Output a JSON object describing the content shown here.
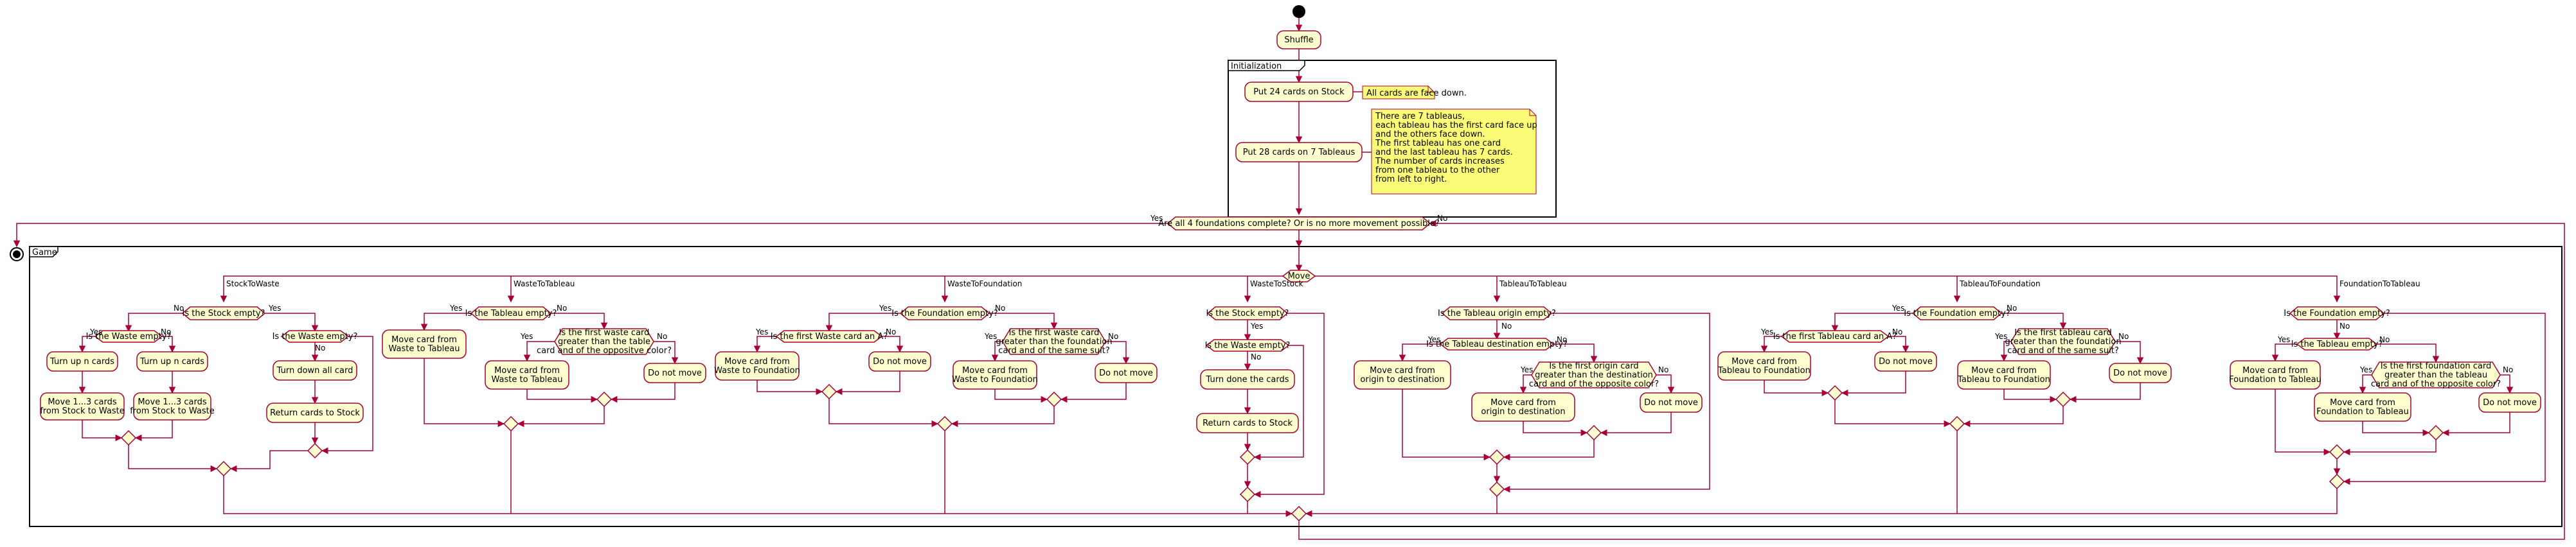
{
  "diagram": {
    "shuffle": "Shuffle",
    "groups": {
      "initialization": "Initialization",
      "game": "Game"
    },
    "init": {
      "put24": "Put 24 cards on Stock",
      "note24": "All cards are face down.",
      "put28": "Put 28 cards on 7 Tableaus",
      "note28": [
        "There are 7 tableaus,",
        "each tableau has the first card face up",
        "and the others face down.",
        "The first tableau has one card",
        "and the last tableau has 7 cards.",
        "The number of cards increases",
        "from one tableau to the other",
        "from left to right."
      ]
    },
    "loop_condition": "Are all 4 foundations complete? Or is no more movement possible?",
    "move": "Move",
    "branch_labels": [
      "StockToWaste",
      "WasteToTableau",
      "WasteToFoundation",
      "WasteToStock",
      "TableauToTableau",
      "TableauToFoundation",
      "FoundationToTableau"
    ],
    "yes": "Yes",
    "no": "No",
    "stock_to_waste": {
      "q_stock": "Is the Stock empty?",
      "q_waste1": "Is the Waste empty?",
      "q_waste2": "Is the Waste empty?",
      "turn_up_a": "Turn up n cards",
      "turn_up_b": "Turn up n cards",
      "move_a": [
        "Move 1...3 cards",
        "from Stock to Waste"
      ],
      "move_b": [
        "Move 1...3 cards",
        "from Stock to Waste"
      ],
      "turn_down": "Turn down all card",
      "return_cards": "Return cards to Stock"
    },
    "waste_to_tableau": {
      "q_empty": "Is the Tableau empty?",
      "q_greater": [
        "Is the first waste card",
        "greater than the table",
        "card and of the oppositve color?"
      ],
      "move_a": [
        "Move card from",
        "Waste to Tableau"
      ],
      "move_b": [
        "Move card from",
        "Waste to Tableau"
      ],
      "no_move": "Do not move"
    },
    "waste_to_foundation": {
      "q_ace": "Is the first Waste card an A?",
      "q_empty": "Is the Foundation empty?",
      "q_greater": [
        "Is the first waste card",
        "greater than the foundation",
        "card and of the same suit?"
      ],
      "move_a": [
        "Move card from",
        "Waste to Foundation"
      ],
      "move_b": [
        "Move card from",
        "Waste to Foundation"
      ],
      "no_move_a": "Do not move",
      "no_move_b": "Do not move"
    },
    "waste_to_stock": {
      "q_stock": "Is the Stock empty?",
      "q_waste": "Is the Waste empty?",
      "turn_down": "Turn done the cards",
      "return_cards": "Return cards to Stock"
    },
    "tableau_to_tableau": {
      "q_origin": "Is the Tableau origin empty?",
      "q_dest": "Is the Tableau destination empty?",
      "q_greater": [
        "Is the first origin card",
        "greater than the destination",
        "card and of the opposite color?"
      ],
      "move_a": [
        "Move card from",
        "origin to destination"
      ],
      "move_b": [
        "Move card from",
        "origin to destination"
      ],
      "no_move": "Do not move"
    },
    "tableau_to_foundation": {
      "q_ace": "Is the first Tableau card an A?",
      "q_empty": "Is the Foundation empty?",
      "q_greater": [
        "Is the first tableau card",
        "greater than the foundation",
        "card and of the same suit?"
      ],
      "move_a": [
        "Move card from",
        "Tableau to Foundation"
      ],
      "move_b": [
        "Move card from",
        "Tableau to Foundation"
      ],
      "no_move_a": "Do not move",
      "no_move_b": "Do not move"
    },
    "foundation_to_tableau": {
      "q_found": "Is the Foundation empty?",
      "q_tableau": "Is the Tableau empty?",
      "q_greater": [
        "Is the first foundation card",
        "greater than the tableau",
        "card and of the opposite color?"
      ],
      "move_a": [
        "Move card from",
        "Foundation to Tableau"
      ],
      "move_b": [
        "Move card from",
        "Foundation to Tableau"
      ],
      "no_move": "Do not move"
    }
  }
}
